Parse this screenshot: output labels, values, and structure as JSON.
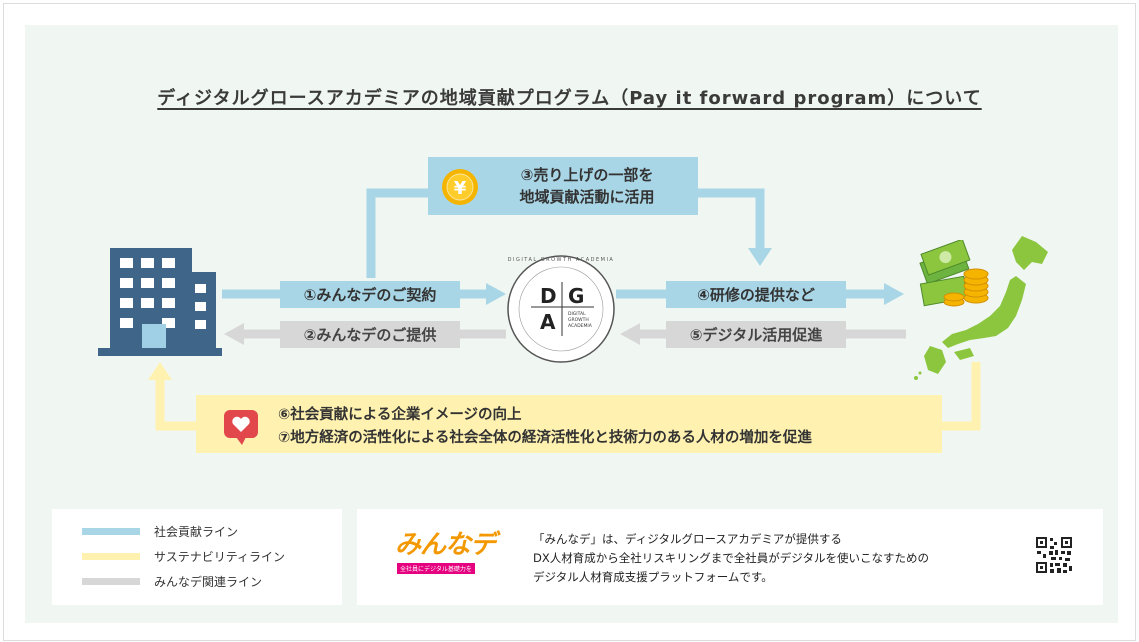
{
  "title": "ディジタルグロースアカデミアの地域貢献プログラム（Pay it forward program）について",
  "top_box": {
    "line1": "③売り上げの一部を",
    "line2": "地域貢献活動に活用",
    "icon": "yen-coin-icon"
  },
  "flows": {
    "contract": "①みんなデのご契約",
    "provide": "②みんなデのご提供",
    "training": "④研修の提供など",
    "promotion": "⑤デジタル活用促進"
  },
  "bottom_box": {
    "line1": "⑥社会貢献による企業イメージの向上",
    "line2": "⑦地方経済の活性化による社会全体の経済活性化と技術力のある人材の増加を促進",
    "icon": "heart-chat-icon"
  },
  "logo": {
    "ring_text": "DIGITAL GROWTH ACADEMIA",
    "letters": [
      "D",
      "G",
      "A"
    ],
    "sub": [
      "DIGITAL",
      "GROWTH",
      "ACADEMIA"
    ]
  },
  "legend": {
    "items": [
      {
        "label": "社会貢献ライン",
        "color": "#a9d6e6"
      },
      {
        "label": "サステナビリティライン",
        "color": "#fff2b0"
      },
      {
        "label": "みんなデ関連ライン",
        "color": "#d7d7d7"
      }
    ]
  },
  "info": {
    "brand": "みんなデ",
    "brand_sub": "全社員にデジタル基礎力を",
    "line1": "「みんなデ」は、ディジタルグロースアカデミアが提供する",
    "line2": "DX人材育成から全社リスキリングまで全社員がデジタルを使いこなすための",
    "line3": "デジタル人材育成支援プラットフォームです。",
    "qr": "qr-code-icon"
  },
  "colors": {
    "blue_line": "#a9d6e6",
    "gray_line": "#d7d7d7",
    "yellow_line": "#fff2b0",
    "building": "#3f6588",
    "japan": "#8cc63f",
    "background": "#f0f7f2"
  }
}
